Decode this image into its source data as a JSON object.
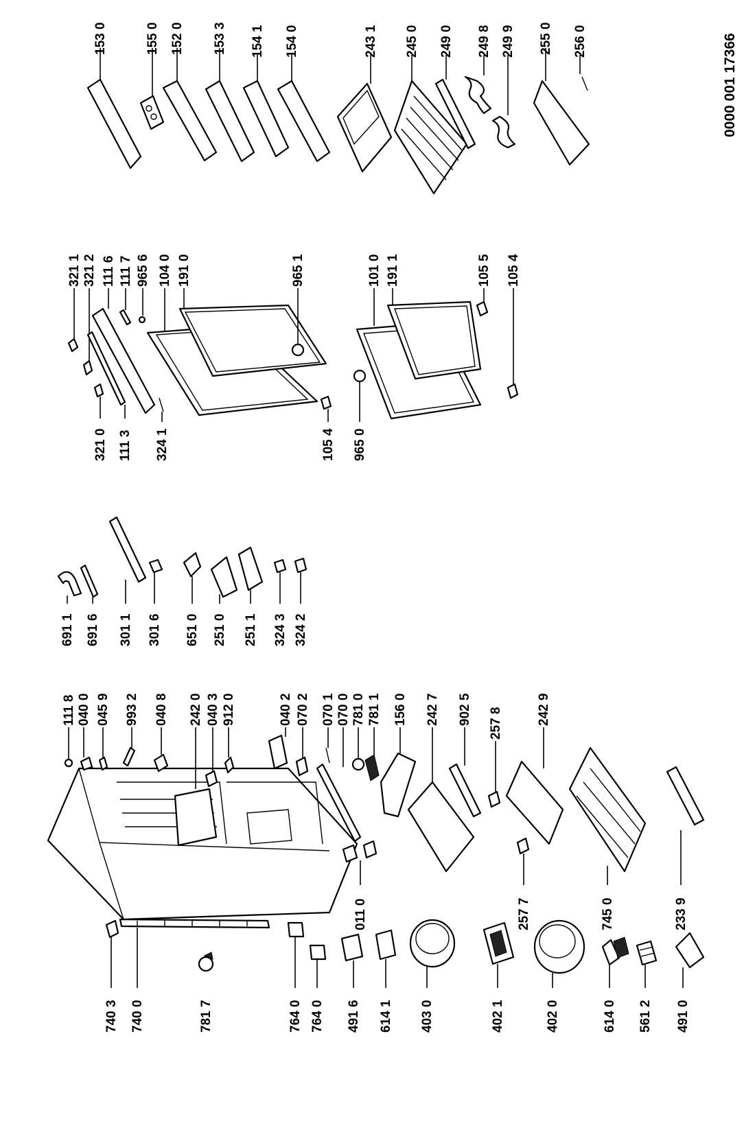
{
  "document_number": "0000 001 17366",
  "labels": {
    "l153_0": "153 0",
    "l155_0": "155 0",
    "l152_0": "152 0",
    "l153_3": "153 3",
    "l154_1": "154 1",
    "l154_0": "154 0",
    "l243_1": "243 1",
    "l245_0": "245 0",
    "l249_0": "249 0",
    "l249_8": "249 8",
    "l249_9": "249 9",
    "l255_0": "255 0",
    "l256_0": "256 0",
    "l321_1": "321 1",
    "l321_2": "321 2",
    "l111_6": "111 6",
    "l111_7": "111 7",
    "l965_6": "965 6",
    "l104_0": "104 0",
    "l191_0": "191 0",
    "l965_1": "965 1",
    "l101_0": "101 0",
    "l191_1": "191 1",
    "l105_5": "105 5",
    "l105_4b": "105 4",
    "l321_0": "321 0",
    "l111_3": "111 3",
    "l324_1": "324 1",
    "l105_4": "105 4",
    "l965_0": "965 0",
    "l691_1": "691 1",
    "l691_6": "691 6",
    "l301_1": "301 1",
    "l301_6": "301 6",
    "l651_0": "651 0",
    "l251_0": "251 0",
    "l251_1": "251 1",
    "l324_3": "324 3",
    "l324_2": "324 2",
    "l111_8": "111 8",
    "l040_0": "040 0",
    "l045_9": "045 9",
    "l993_2": "993 2",
    "l040_8": "040 8",
    "l242_0": "242 0",
    "l040_3": "040 3",
    "l912_0": "912 0",
    "l040_2": "040 2",
    "l070_2": "070 2",
    "l070_1": "070 1",
    "l070_0": "070 0",
    "l781_0": "781 0",
    "l781_1": "781 1",
    "l156_0": "156 0",
    "l242_7": "242 7",
    "l902_5": "902 5",
    "l257_8": "257 8",
    "l242_9": "242 9",
    "l011_0": "011 0",
    "l257_7": "257 7",
    "l745_0": "745 0",
    "l233_9": "233 9",
    "l740_3": "740 3",
    "l740_0": "740 0",
    "l781_7": "781 7",
    "l764_0a": "764 0",
    "l764_0b": "764 0",
    "l491_6": "491 6",
    "l614_1": "614 1",
    "l403_0": "403 0",
    "l402_1": "402 1",
    "l402_0": "402 0",
    "l614_0": "614 0",
    "l561_2": "561 2",
    "l491_0": "491 0"
  }
}
